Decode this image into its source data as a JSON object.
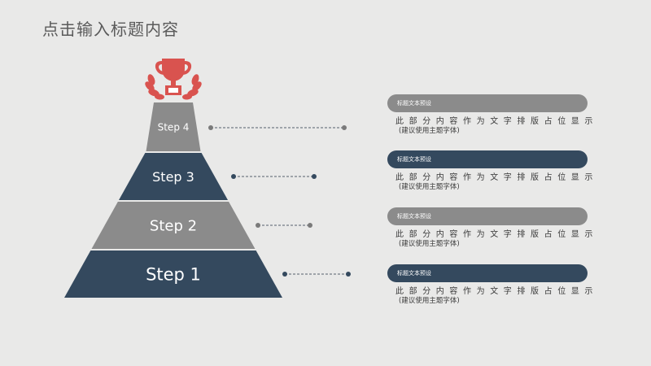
{
  "slide": {
    "title": "点击输入标题内容"
  },
  "colors": {
    "gray": "#8b8b8b",
    "navy": "#34495e",
    "trophy": "#d9534f",
    "connector": "#555f6b"
  },
  "trophy_icon": "trophy-with-laurel-icon",
  "steps": [
    {
      "label": "Step 4",
      "color": "gray"
    },
    {
      "label": "Step 3",
      "color": "navy"
    },
    {
      "label": "Step 2",
      "color": "gray"
    },
    {
      "label": "Step 1",
      "color": "navy"
    }
  ],
  "cards": [
    {
      "heading": "标题文本预设",
      "line1": "此部分内容作为文字排版占位显示",
      "line2": "(建议使用主题字体)",
      "color": "gray"
    },
    {
      "heading": "标题文本预设",
      "line1": "此部分内容作为文字排版占位显示",
      "line2": "(建议使用主题字体)",
      "color": "navy"
    },
    {
      "heading": "标题文本预设",
      "line1": "此部分内容作为文字排版占位显示",
      "line2": "(建议使用主题字体)",
      "color": "gray"
    },
    {
      "heading": "标题文本预设",
      "line1": "此部分内容作为文字排版占位显示",
      "line2": "(建议使用主题字体)",
      "color": "navy"
    }
  ]
}
